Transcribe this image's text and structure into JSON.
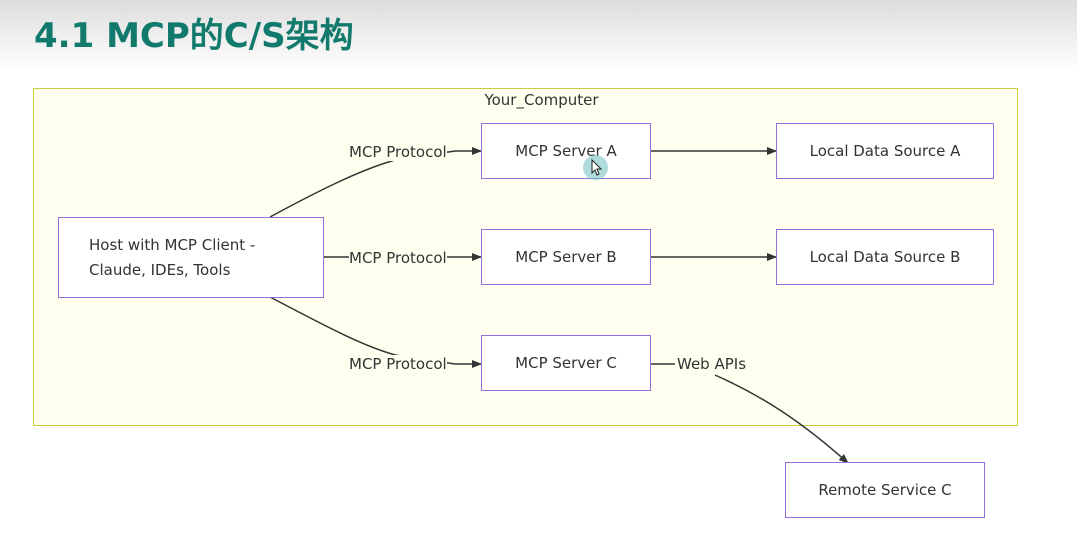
{
  "slide": {
    "title": "4.1 MCP的C/S架构"
  },
  "diagram": {
    "subgraph_label": "Your_Computer",
    "nodes": {
      "host": {
        "line1": "Host with MCP Client -",
        "line2": "Claude, IDEs, Tools"
      },
      "server_a": "MCP Server A",
      "server_b": "MCP Server B",
      "server_c": "MCP Server C",
      "local_a": "Local Data Source A",
      "local_b": "Local Data Source B",
      "remote_c": "Remote Service C"
    },
    "edge_labels": {
      "host_to_a": "MCP Protocol",
      "host_to_b": "MCP Protocol",
      "host_to_c": "MCP Protocol",
      "c_to_remote": "Web APIs"
    }
  },
  "colors": {
    "title": "#127a6c",
    "node_border": "#9370db",
    "subgraph_fill": "#fffff0",
    "subgraph_border": "#c9cf3a",
    "edge": "#333333"
  },
  "icons": {
    "cursor": "move-cursor-icon"
  }
}
